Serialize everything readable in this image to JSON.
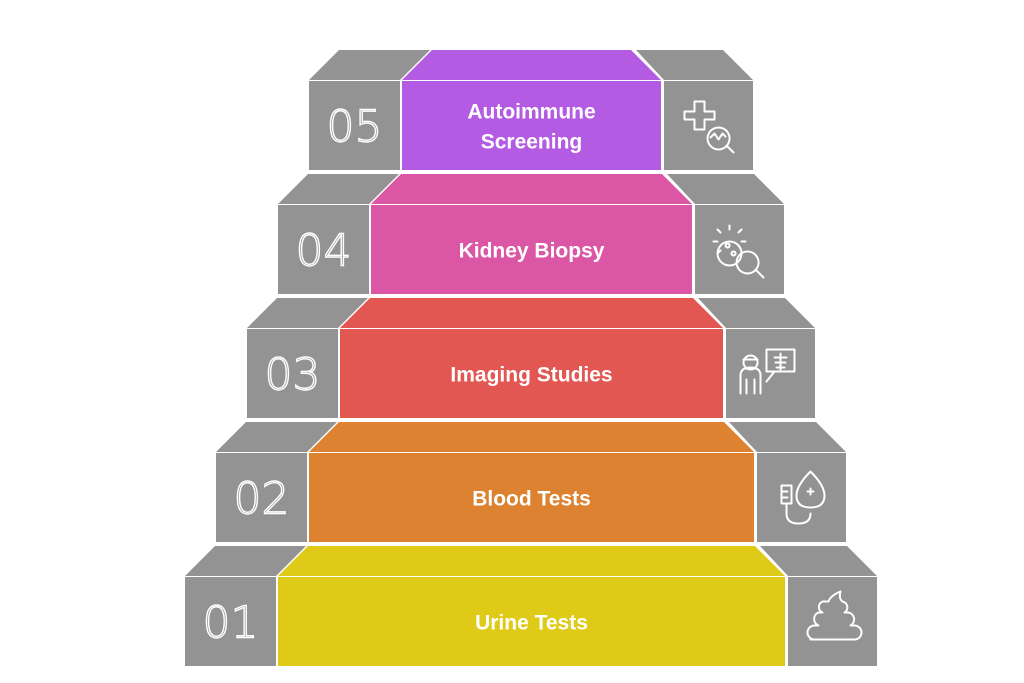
{
  "steps": [
    {
      "number": "01",
      "label": [
        "Urine Tests"
      ],
      "color": "#DFCB17",
      "icon": "stool-sample-icon"
    },
    {
      "number": "02",
      "label": [
        "Blood Tests"
      ],
      "color": "#DD8230",
      "icon": "blood-drop-iv-icon"
    },
    {
      "number": "03",
      "label": [
        "Imaging Studies"
      ],
      "color": "#E35753",
      "icon": "doctor-xray-icon"
    },
    {
      "number": "04",
      "label": [
        "Kidney Biopsy"
      ],
      "color": "#DB57A5",
      "icon": "cell-magnifier-icon"
    },
    {
      "number": "05",
      "label": [
        "Autoimmune",
        "Screening"
      ],
      "color": "#B45BE3",
      "icon": "medical-cross-search-icon"
    }
  ],
  "side_color": "#939393"
}
